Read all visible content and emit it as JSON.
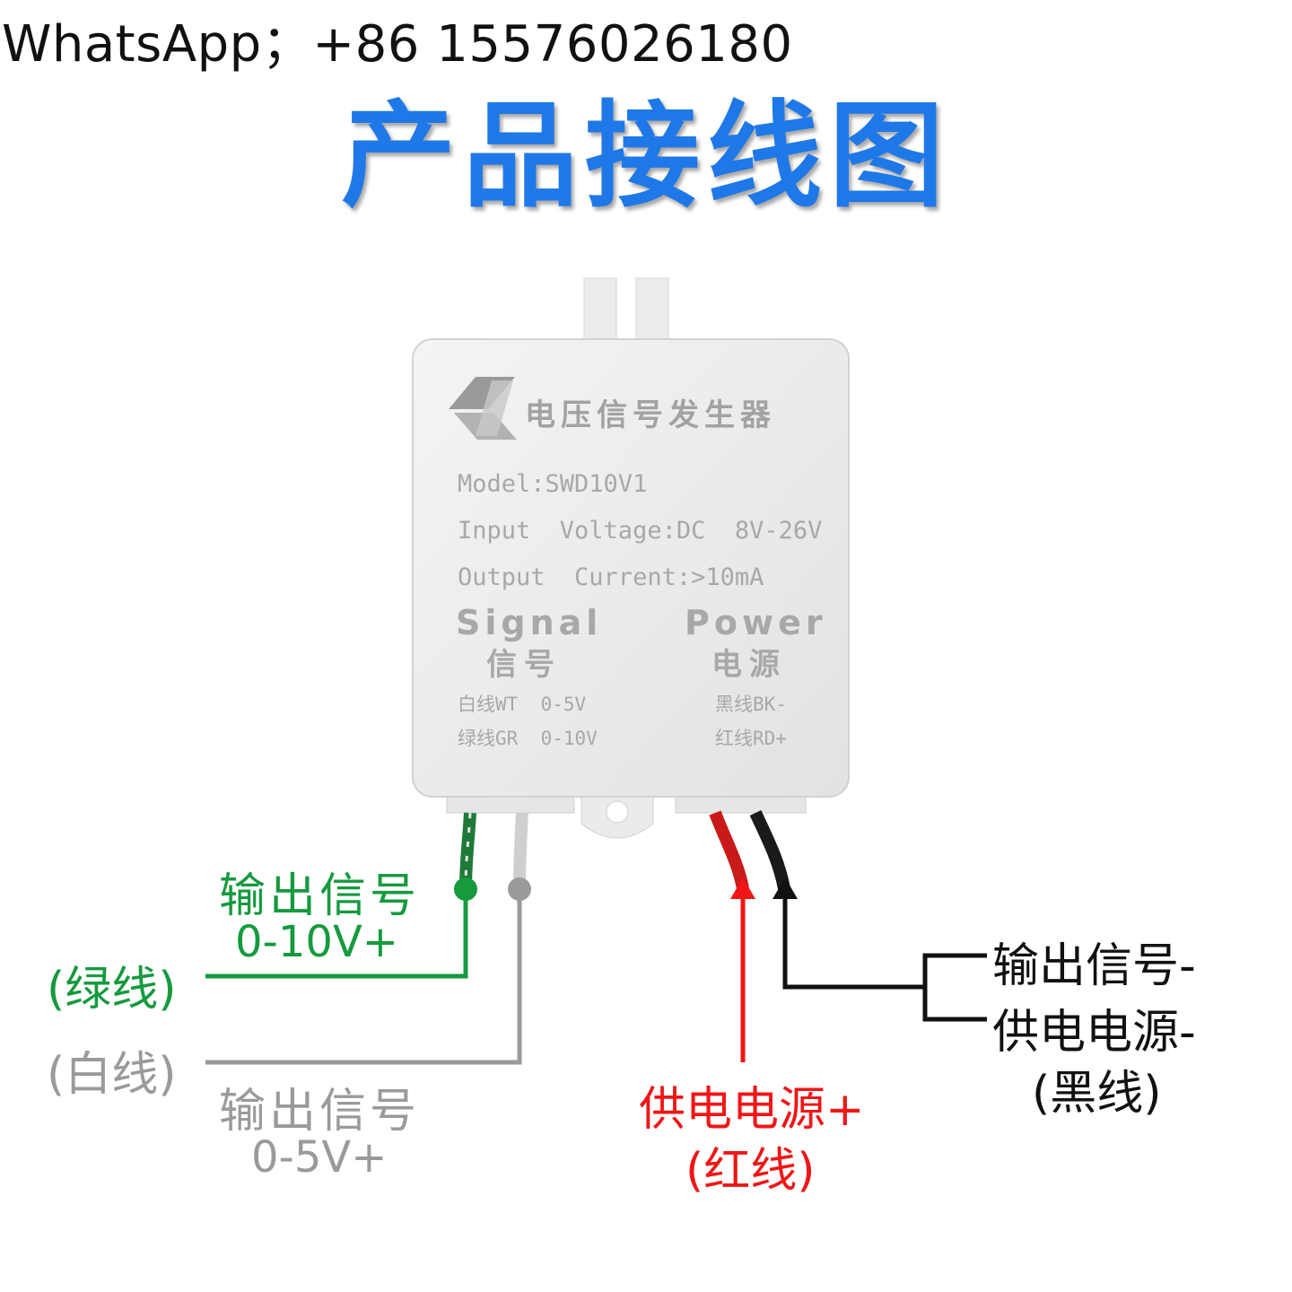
{
  "contact": "WhatsApp；+86 15576026180",
  "title": "产品接线图",
  "device": {
    "name": "电压信号发生器",
    "model": "Model:SWD10V1",
    "input": "Input  Voltage:DC  8V-26V",
    "output": "Output  Current:>10mA",
    "signal_en": "Signal",
    "signal_cn": "信号",
    "signal_white": "白线WT  0-5V",
    "signal_green": "绿线GR  0-10V",
    "power_en": "Power",
    "power_cn": "电源",
    "power_black": "黑线BK-",
    "power_red": "红线RD+"
  },
  "labels": {
    "green_signal": "输出信号",
    "green_range": "0-10V+",
    "green_wire": "(绿线)",
    "white_wire": "(白线)",
    "white_signal": "输出信号",
    "white_range": "0-5V+",
    "red_supply": "供电电源+",
    "red_wire": "(红线)",
    "black_signal": "输出信号-",
    "black_supply": "供电电源-",
    "black_wire": "(黑线)"
  },
  "colors": {
    "title": "#1f78e8",
    "green_wire": "#159a3e",
    "white_wire": "#9a9a9a",
    "red_wire": "#f01616",
    "black_wire": "#111111"
  }
}
